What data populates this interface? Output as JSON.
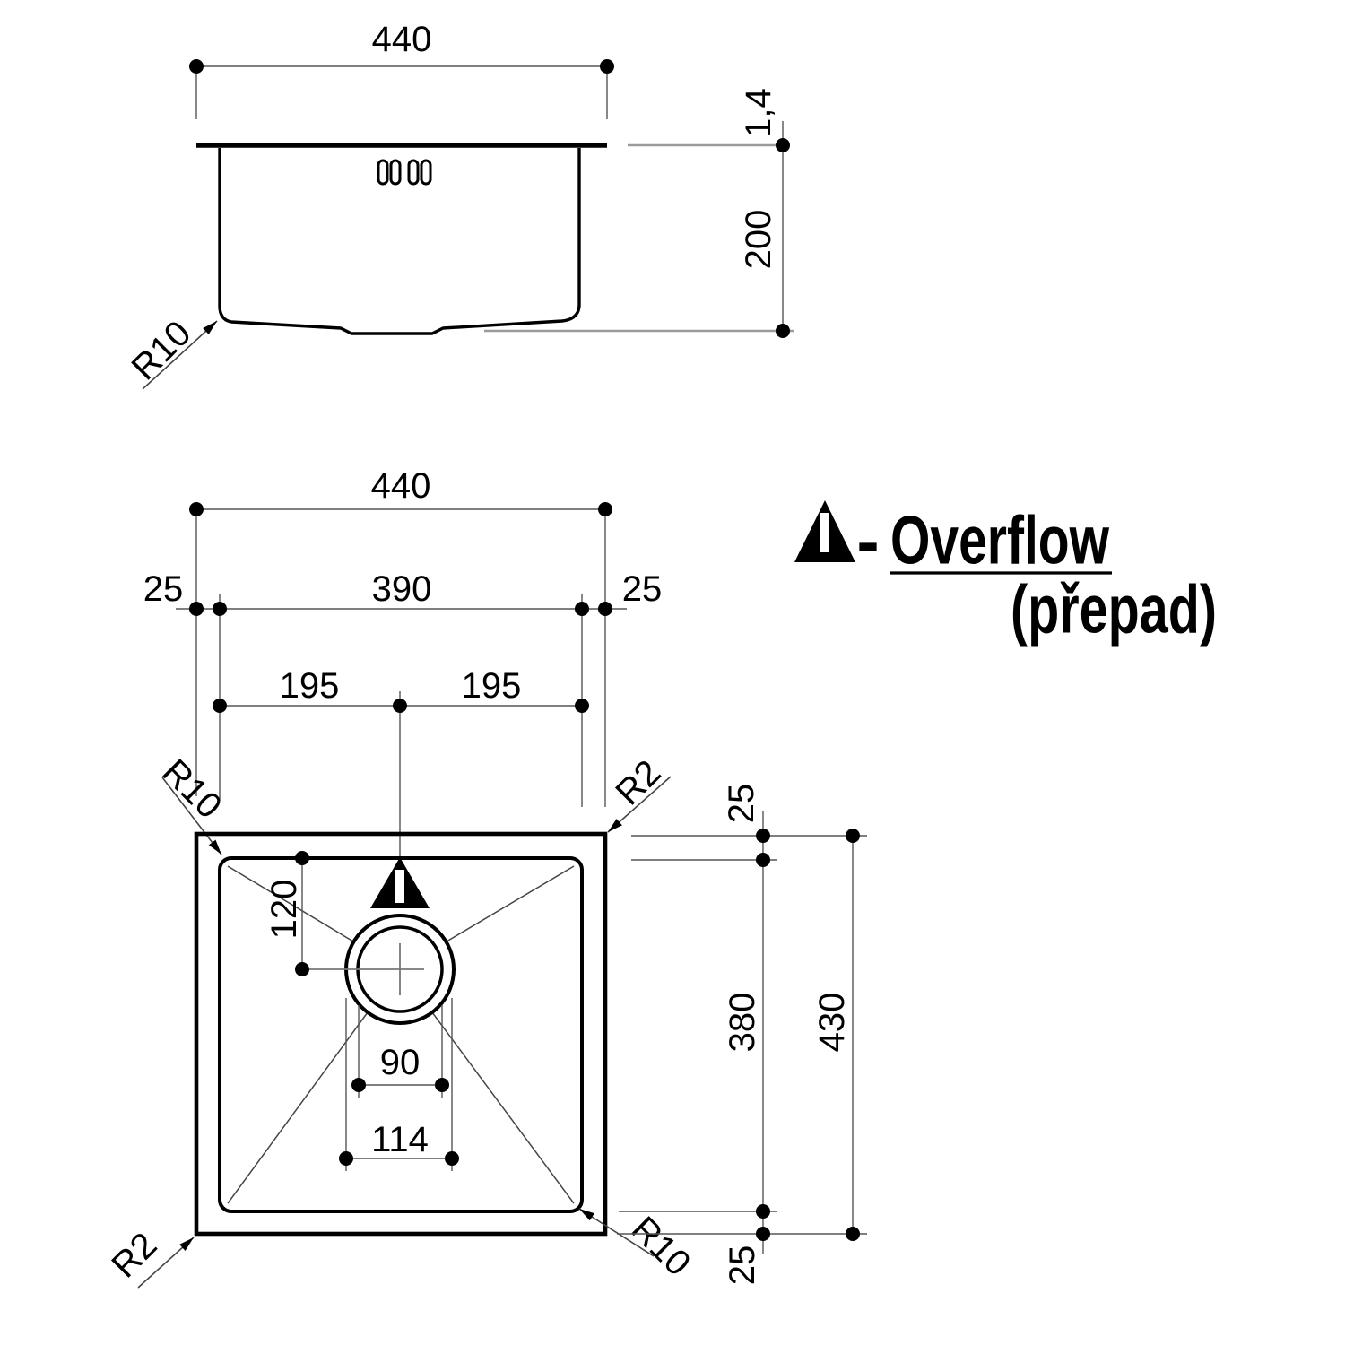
{
  "legend": {
    "dash": "-",
    "label": "Overflow",
    "label_cz": "(přepad)",
    "symbol": "overflow-warning-triangle"
  },
  "side": {
    "width": "440",
    "thickness": "1,4",
    "depth": "200",
    "radius_bottom": "R10"
  },
  "plan": {
    "width": "440",
    "offset_left": "25",
    "bowl_width": "390",
    "half_left": "195",
    "half_right": "195",
    "radius_tl": "R10",
    "radius_tr": "R2",
    "drain_y": "120",
    "drain_inner": "90",
    "drain_outer": "114",
    "radius_br": "R10",
    "radius_bl": "R2",
    "offset_top": "25",
    "bowl_depth": "380",
    "depth": "430",
    "offset_bottom": "25"
  }
}
